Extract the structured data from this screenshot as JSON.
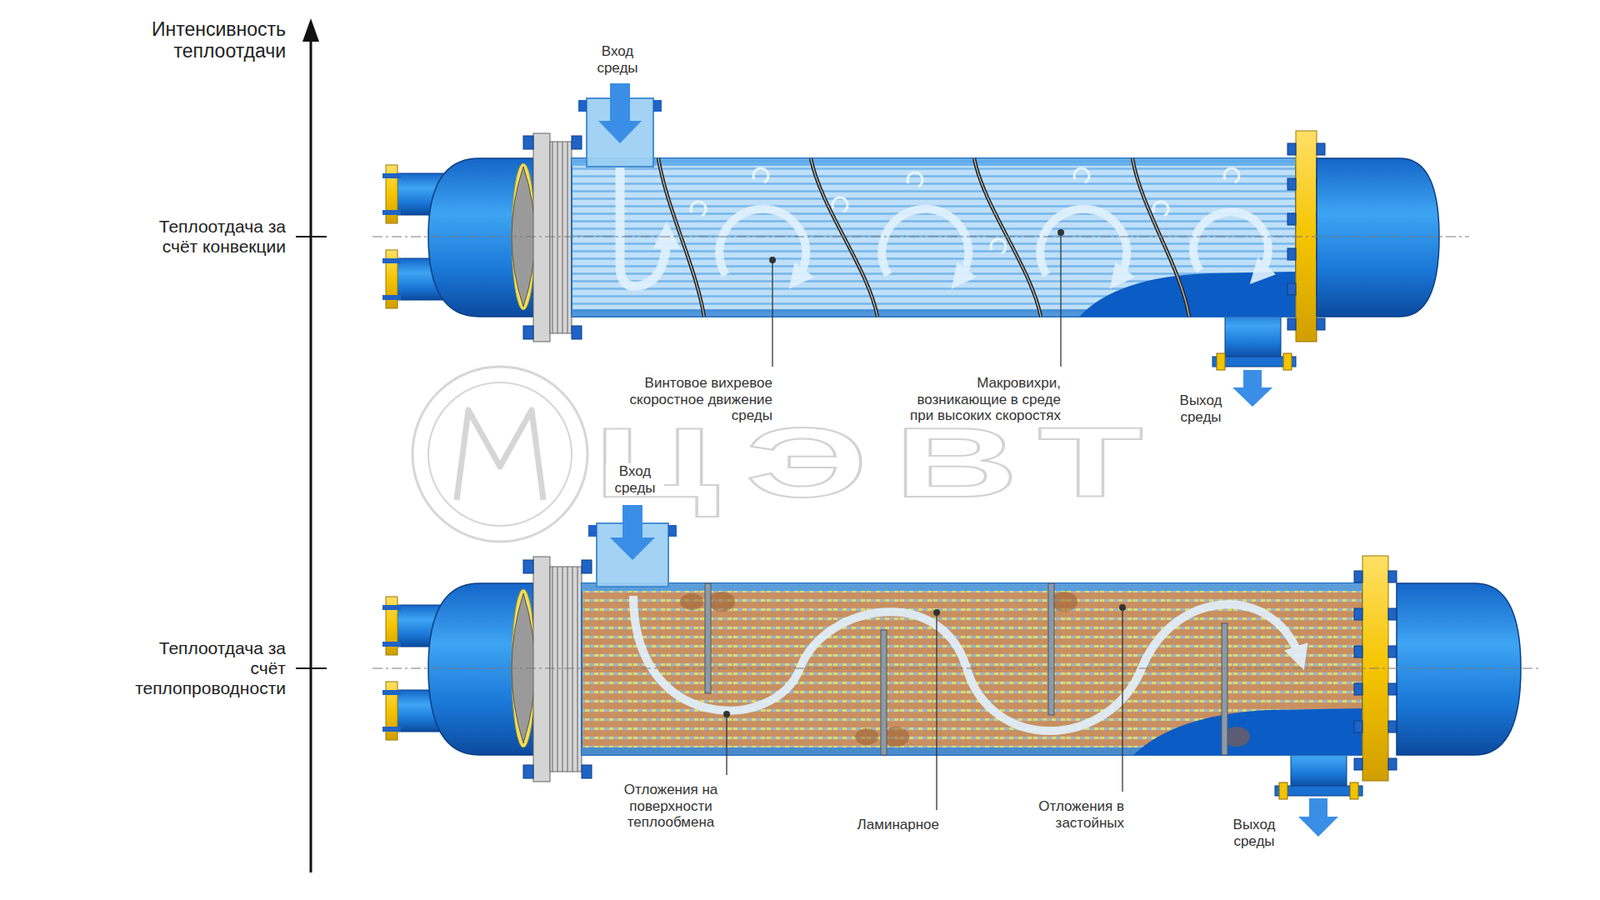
{
  "diagram": {
    "labels": [
      "Интенсивность теплоотдачи",
      "Вход среды",
      "Теплоотдача за счёт конвекции",
      "Винтовое вихревое скоростное движение среды",
      "Макровихри, возникающие в среде при высоких скоростях",
      "Выход среды",
      "ЦЭВТ",
      "Вход среды",
      "Теплоотдача за счёт теплопроводности",
      "Отложения на поверхности теплообмена",
      "Ламинарное",
      "Отложения в застойных",
      "Выход среды"
    ]
  }
}
